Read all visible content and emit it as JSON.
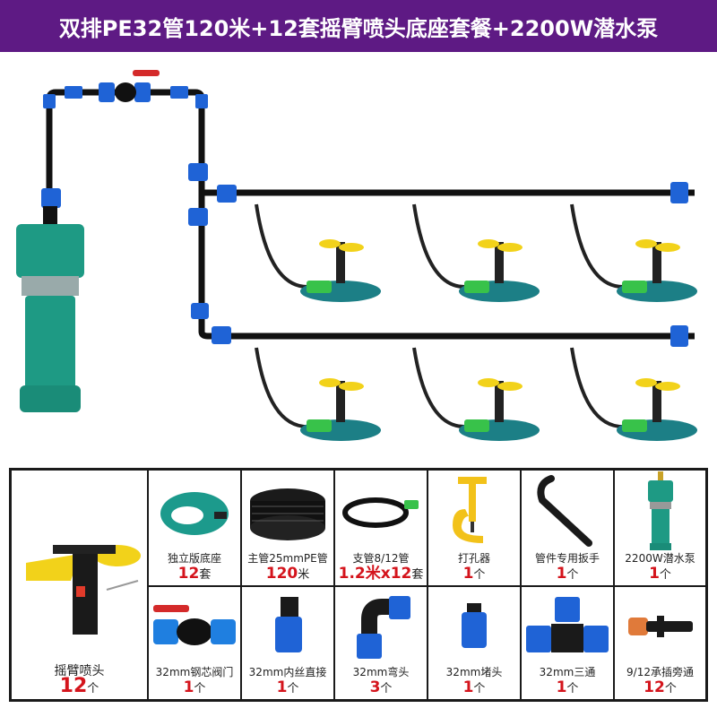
{
  "banner": {
    "title": "双排PE32管120米+12套摇臂喷头底座套餐+2200W潜水泵",
    "background": "#5e1a84"
  },
  "diagram": {
    "description": "irrigation layout: submersible pump, ball valve, two branch PE main lines each with 3 rocker sprinklers on bases",
    "rows": 2,
    "sprinklers_per_row": 3,
    "colors": {
      "pipe": "#111111",
      "fitting": "#1f63d6",
      "pump": "#1e9a84",
      "sprinkler_arm": "#f2d21a",
      "base": "#1c7f86",
      "quick_connector": "#38c24a",
      "valve_handle": "#d42a2a"
    }
  },
  "items": [
    {
      "id": "rocker-sprinkler",
      "name": "摇臂喷头",
      "qty_num": "12",
      "qty_unit": "个",
      "icon": "sprinkler-icon"
    },
    {
      "id": "base",
      "name": "独立版底座",
      "qty_num": "12",
      "qty_unit": "套",
      "icon": "sprinkler-base-icon"
    },
    {
      "id": "main-pipe",
      "name": "主管25mmPE管",
      "qty_num": "120",
      "qty_unit": "米",
      "icon": "pipe-coil-icon"
    },
    {
      "id": "branch-pipe",
      "name": "支管8/12管",
      "qty_num": "1.2米x12",
      "qty_unit": "套",
      "icon": "hose-icon"
    },
    {
      "id": "hole-punch",
      "name": "打孔器",
      "qty_num": "1",
      "qty_unit": "个",
      "icon": "hole-punch-icon"
    },
    {
      "id": "wrench",
      "name": "管件专用扳手",
      "qty_num": "1",
      "qty_unit": "个",
      "icon": "wrench-icon"
    },
    {
      "id": "pump",
      "name": "2200W潜水泵",
      "qty_num": "1",
      "qty_unit": "个",
      "icon": "pump-icon"
    },
    {
      "id": "valve",
      "name": "32mm钢芯阀门",
      "qty_num": "1",
      "qty_unit": "个",
      "icon": "ball-valve-icon"
    },
    {
      "id": "thread-straight",
      "name": "32mm内丝直接",
      "qty_num": "1",
      "qty_unit": "个",
      "icon": "straight-connector-icon"
    },
    {
      "id": "elbow",
      "name": "32mm弯头",
      "qty_num": "3",
      "qty_unit": "个",
      "icon": "elbow-icon"
    },
    {
      "id": "end-cap",
      "name": "32mm堵头",
      "qty_num": "1",
      "qty_unit": "个",
      "icon": "end-cap-icon"
    },
    {
      "id": "tee",
      "name": "32mm三通",
      "qty_num": "1",
      "qty_unit": "个",
      "icon": "tee-icon"
    },
    {
      "id": "bypass",
      "name": "9/12承插旁通",
      "qty_num": "12",
      "qty_unit": "个",
      "icon": "bypass-connector-icon"
    }
  ]
}
